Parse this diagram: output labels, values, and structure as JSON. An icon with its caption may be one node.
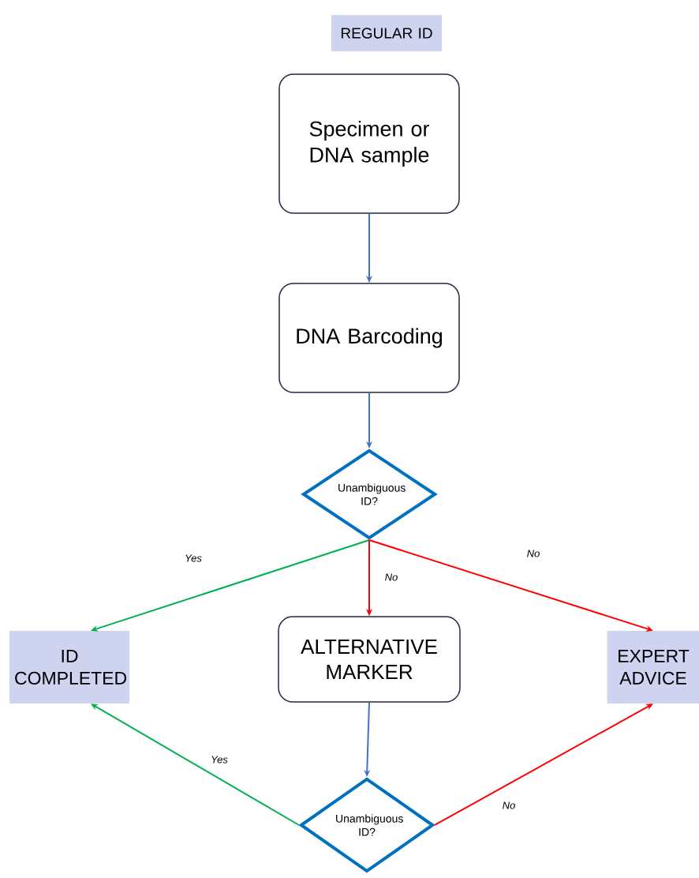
{
  "diagram": {
    "nodes": [
      {
        "text": [
          "REGULAR ID"
        ]
      },
      {
        "text": [
          "Specimen or DNA sample"
        ]
      },
      {
        "text": [
          "DNA Barcoding"
        ]
      },
      {
        "text": [
          "Unambiguous ID?"
        ]
      },
      {
        "text": [
          "ID COMPLETED"
        ]
      },
      {
        "text": [
          "ALTERNATIVE MARKER"
        ]
      },
      {
        "text": [
          "EXPERT ADVICE"
        ]
      },
      {
        "text": [
          "Unambiguous ID?"
        ]
      }
    ],
    "edges": [
      {
        "from": 1,
        "to": 2,
        "arrow": "to",
        "color": "#4472c4"
      },
      {
        "from": 2,
        "to": 3,
        "arrow": "to",
        "color": "#4472c4"
      },
      {
        "from": 3,
        "to": 4,
        "arrow": "to",
        "label": "Yes",
        "color": "#00b050"
      },
      {
        "from": 3,
        "to": 5,
        "arrow": "to",
        "label": "No",
        "color": "#ff0000"
      },
      {
        "from": 3,
        "to": 6,
        "arrow": "to",
        "label": "No",
        "color": "#ff0000"
      },
      {
        "from": 5,
        "to": 7,
        "arrow": "to",
        "color": "#4472c4"
      },
      {
        "from": 7,
        "to": 4,
        "arrow": "to",
        "label": "Yes",
        "color": "#00b050"
      },
      {
        "from": 7,
        "to": 6,
        "arrow": "to",
        "label": "No",
        "color": "#ff0000"
      }
    ]
  }
}
